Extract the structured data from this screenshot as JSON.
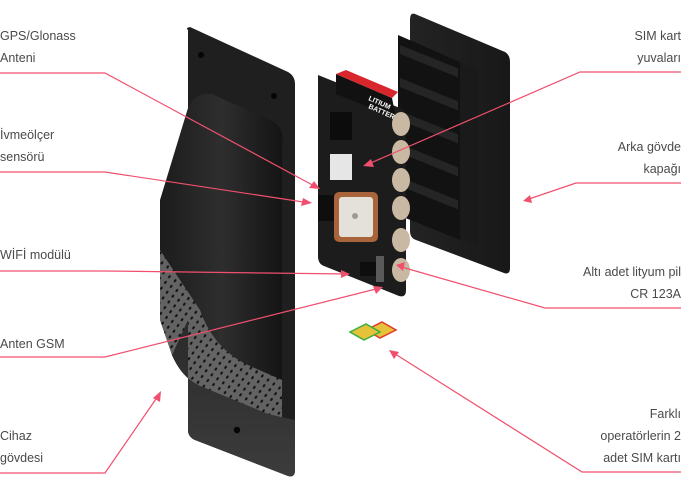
{
  "title": "GPS tracker exploded view",
  "colors": {
    "leader_line": "#f0506e",
    "body": "#2b2b2b",
    "pcb": "#1e1e1e",
    "gps_antenna_frame": "#a8643a",
    "sim_green": "#3cae3c",
    "sim_red": "#e03a2a",
    "sim_chip": "#e6c23a",
    "battery_red": "#d8262c"
  },
  "labels": {
    "gps_antenna": [
      "GPS/Glonass",
      "Anteni"
    ],
    "accelerometer": [
      "İvmeölçer",
      "sensörü"
    ],
    "wifi_module": [
      "WİFİ modülü"
    ],
    "gsm_antenna": [
      "Anten GSM"
    ],
    "device_body": [
      "Cihaz",
      "gövdesi"
    ],
    "sim_slots": [
      "SIM kart",
      "yuvaları"
    ],
    "back_cover": [
      "Arka gövde",
      "kapağı"
    ],
    "batteries": [
      "Altı adet lityum pil",
      "CR 123A"
    ],
    "sim_cards": [
      "Farklı",
      "operatörlerin 2",
      "adet SIM kartı"
    ]
  },
  "battery_text": [
    "LITIUM",
    "BATTERY"
  ]
}
